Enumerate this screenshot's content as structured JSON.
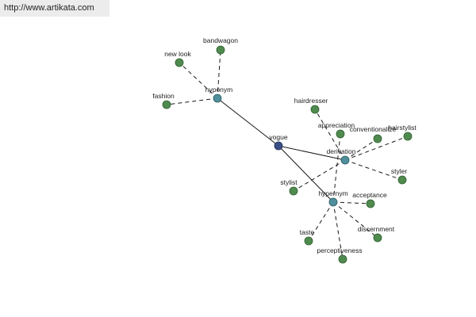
{
  "source_url": "http://www.artikata.com",
  "graph": {
    "nodes": [
      {
        "id": "vogue",
        "label": "vogue",
        "kind": "root"
      },
      {
        "id": "hyponym",
        "label": "hyponym",
        "kind": "relation"
      },
      {
        "id": "derivation",
        "label": "derivation",
        "kind": "relation"
      },
      {
        "id": "hypernym",
        "label": "hypernym",
        "kind": "relation"
      },
      {
        "id": "new-look",
        "label": "new look",
        "kind": "word"
      },
      {
        "id": "bandwagon",
        "label": "bandwagon",
        "kind": "word"
      },
      {
        "id": "fashion",
        "label": "fashion",
        "kind": "word"
      },
      {
        "id": "hairdresser",
        "label": "hairdresser",
        "kind": "word"
      },
      {
        "id": "appreciation",
        "label": "appreciation",
        "kind": "word"
      },
      {
        "id": "conventionalize",
        "label": "conventionalize",
        "kind": "word"
      },
      {
        "id": "hairstylist",
        "label": "hairstylist",
        "kind": "word"
      },
      {
        "id": "styler",
        "label": "styler",
        "kind": "word"
      },
      {
        "id": "stylist",
        "label": "stylist",
        "kind": "word"
      },
      {
        "id": "acceptance",
        "label": "acceptance",
        "kind": "word"
      },
      {
        "id": "discernment",
        "label": "discernment",
        "kind": "word"
      },
      {
        "id": "taste",
        "label": "taste",
        "kind": "word"
      },
      {
        "id": "perceptiveness",
        "label": "perceptiveness",
        "kind": "word"
      }
    ],
    "edges": [
      {
        "from": "vogue",
        "to": "hyponym",
        "style": "solid"
      },
      {
        "from": "vogue",
        "to": "derivation",
        "style": "solid"
      },
      {
        "from": "vogue",
        "to": "hypernym",
        "style": "solid"
      },
      {
        "from": "hyponym",
        "to": "new-look",
        "style": "dashed"
      },
      {
        "from": "hyponym",
        "to": "bandwagon",
        "style": "dashed"
      },
      {
        "from": "hyponym",
        "to": "fashion",
        "style": "dashed"
      },
      {
        "from": "derivation",
        "to": "hairdresser",
        "style": "dashed"
      },
      {
        "from": "derivation",
        "to": "conventionalize",
        "style": "dashed"
      },
      {
        "from": "derivation",
        "to": "hairstylist",
        "style": "dashed"
      },
      {
        "from": "derivation",
        "to": "styler",
        "style": "dashed"
      },
      {
        "from": "derivation",
        "to": "stylist",
        "style": "dashed"
      },
      {
        "from": "hypernym",
        "to": "appreciation",
        "style": "dashed"
      },
      {
        "from": "hypernym",
        "to": "acceptance",
        "style": "dashed"
      },
      {
        "from": "hypernym",
        "to": "discernment",
        "style": "dashed"
      },
      {
        "from": "hypernym",
        "to": "taste",
        "style": "dashed"
      },
      {
        "from": "hypernym",
        "to": "perceptiveness",
        "style": "dashed"
      }
    ]
  }
}
